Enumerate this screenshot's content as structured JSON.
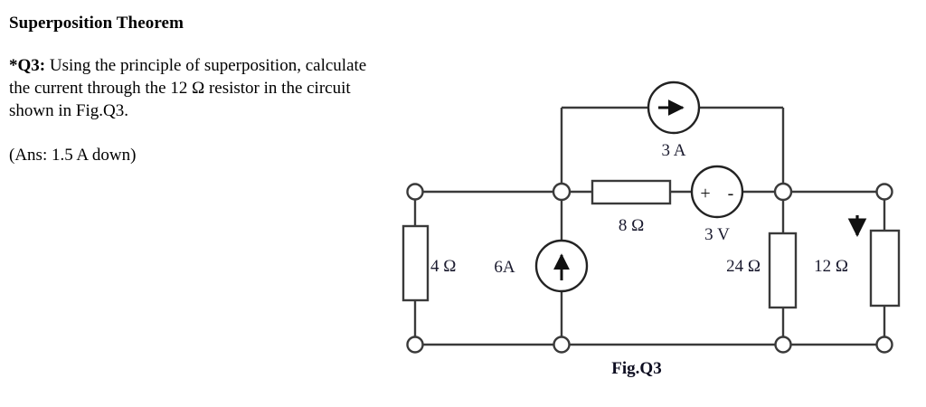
{
  "document": {
    "heading": "Superposition Theorem",
    "question_tag": "*Q3:",
    "question_text": " Using the principle of superposition, calculate the current through the 12 Ω resistor in the circuit shown in Fig.Q3.",
    "answer": "(Ans: 1.5 A down)",
    "figure_caption": "Fig.Q3"
  },
  "circuit": {
    "labels": {
      "source_3a": "3 A",
      "resistor_8ohm": "8 Ω",
      "source_3v": "3 V",
      "polarity_plus": "+",
      "polarity_minus": "-",
      "resistor_4ohm": "4 Ω",
      "source_6a": "6A",
      "resistor_24ohm": "24 Ω",
      "resistor_12ohm": "12 Ω"
    },
    "colors": {
      "wire": "#3a3a3a",
      "label_text": "#1a1a2e",
      "body_text": "#000000",
      "background": "#ffffff"
    }
  }
}
